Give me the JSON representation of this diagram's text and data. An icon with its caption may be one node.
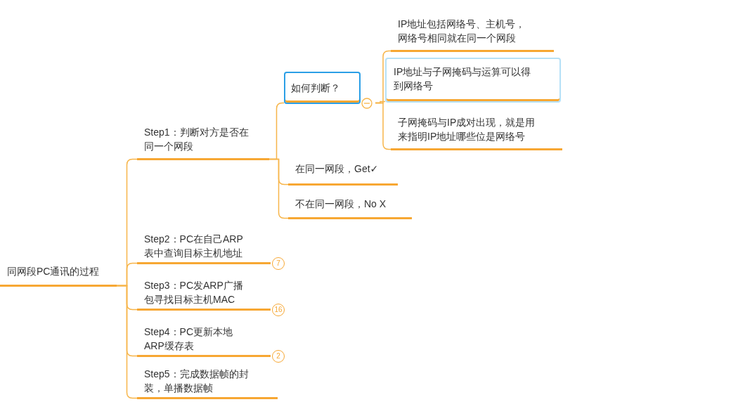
{
  "diagram": {
    "nodes": [
      {
        "text": [
          "同网段PC通讯的过程"
        ]
      },
      {
        "text": [
          "Step1：判断对方是否在同一个网段"
        ]
      },
      {
        "text": [
          "如何判断？"
        ]
      },
      {
        "text": [
          "IP地址包括网络号、主机号，网络号相同就在同一个网段"
        ]
      },
      {
        "text": [
          "IP地址与子网掩码与运算可以得到网络号"
        ]
      },
      {
        "text": [
          "子网掩码与IP成对出现，就是用来指明IP地址哪些位是网络号"
        ]
      },
      {
        "text": [
          "在同一网段，Get✓"
        ]
      },
      {
        "text": [
          "不在同一网段，No X"
        ]
      },
      {
        "text": [
          "Step2：PC在自己ARP表中查询目标主机地址"
        ],
        "beside": [
          "7"
        ]
      },
      {
        "text": [
          "Step3：PC发ARP广播包寻找目标主机MAC"
        ],
        "beside": [
          "16"
        ]
      },
      {
        "text": [
          "Step4：PC更新本地ARP缓存表"
        ],
        "beside": [
          "2"
        ]
      },
      {
        "text": [
          "Step5：完成数据帧的封装，单播数据帧"
        ]
      }
    ],
    "edges": [
      {
        "from": 0,
        "to": 1,
        "arrow": "none"
      },
      {
        "from": 0,
        "to": 8,
        "arrow": "none"
      },
      {
        "from": 0,
        "to": 9,
        "arrow": "none"
      },
      {
        "from": 0,
        "to": 10,
        "arrow": "none"
      },
      {
        "from": 0,
        "to": 11,
        "arrow": "none"
      },
      {
        "from": 1,
        "to": 2,
        "arrow": "none"
      },
      {
        "from": 1,
        "to": 6,
        "arrow": "none"
      },
      {
        "from": 1,
        "to": 7,
        "arrow": "none"
      },
      {
        "from": 2,
        "to": 3,
        "arrow": "none"
      },
      {
        "from": 2,
        "to": 4,
        "arrow": "none"
      },
      {
        "from": 2,
        "to": 5,
        "arrow": "none"
      }
    ]
  }
}
